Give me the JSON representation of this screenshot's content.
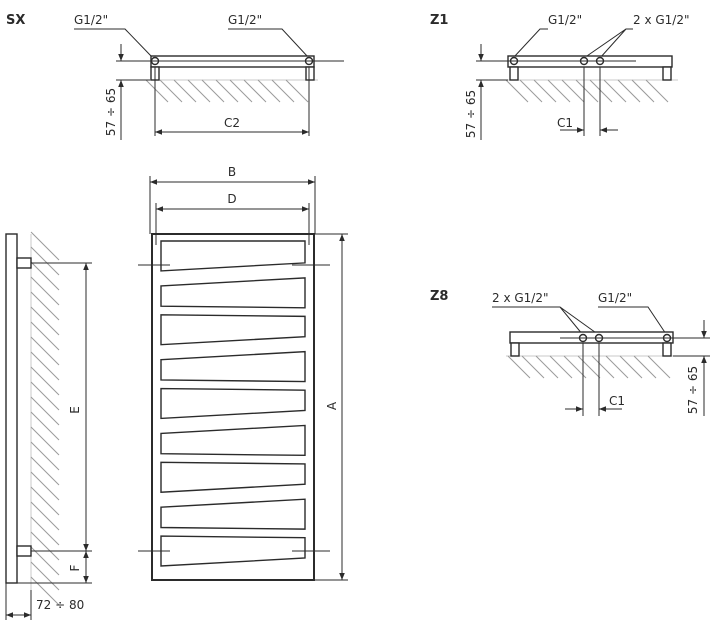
{
  "sections": {
    "sx": {
      "code": "SX",
      "port_left": "G1/2\"",
      "port_right": "G1/2\"",
      "dim_height": "57 ÷ 65",
      "dim_spacing": "C2"
    },
    "z1": {
      "code": "Z1",
      "port_left": "G1/2\"",
      "port_right": "2 x G1/2\"",
      "dim_height": "57 ÷ 65",
      "dim_spacing": "C1"
    },
    "z8": {
      "code": "Z8",
      "port_left": "2 x G1/2\"",
      "port_right": "G1/2\"",
      "dim_height": "57 ÷ 65",
      "dim_spacing": "C1"
    }
  },
  "front_view": {
    "dim_width_outer": "B",
    "dim_width_inner": "D",
    "dim_height": "A",
    "tube_count": 9
  },
  "side_view": {
    "dim_mount_spacing": "E",
    "dim_bottom": "F",
    "dim_depth": "72 ÷ 80"
  }
}
